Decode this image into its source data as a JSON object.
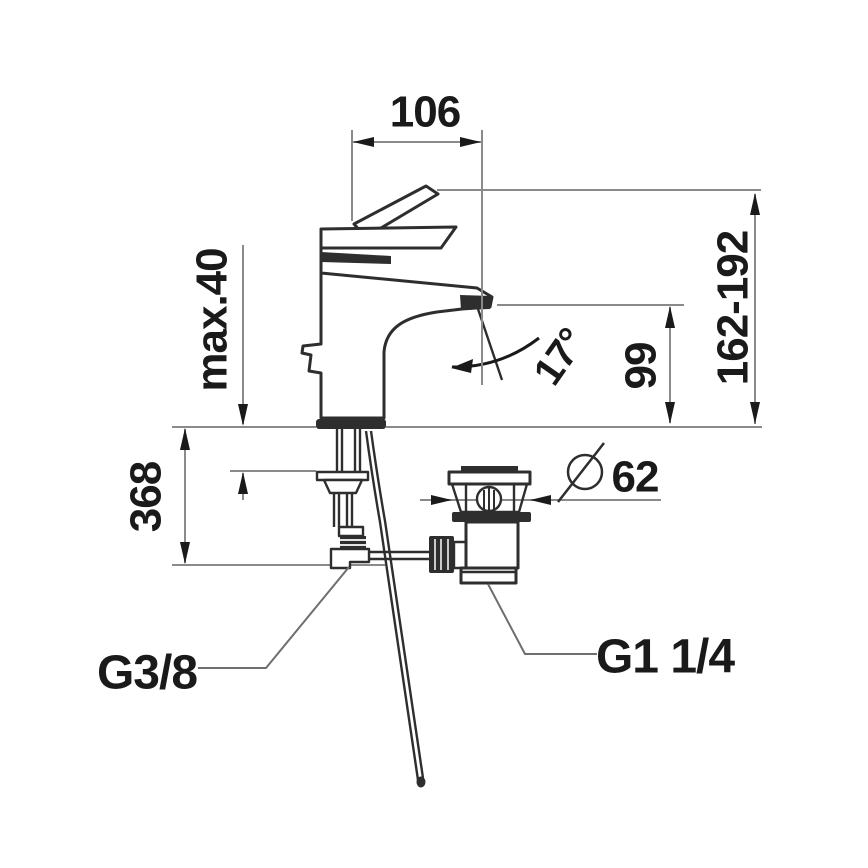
{
  "drawing": {
    "type": "technical-dimension-drawing",
    "subject": "single-lever basin mixer with pop-up waste",
    "background": "#ffffff",
    "colors": {
      "outline": "#2e2e2e",
      "dimension_line": "#8a8a8a",
      "leader_line": "#6e6e6e",
      "text": "#1a1a1a"
    },
    "dimensions": {
      "spout_reach": "106",
      "height_range": "162-192",
      "max_mounting_thickness": "max.40",
      "spout_height": "99",
      "stream_angle": "17°",
      "supply_connection_length": "368",
      "waste_diameter_value": "62",
      "supply_thread": "G3/8",
      "waste_thread": "G1 1/4"
    }
  }
}
